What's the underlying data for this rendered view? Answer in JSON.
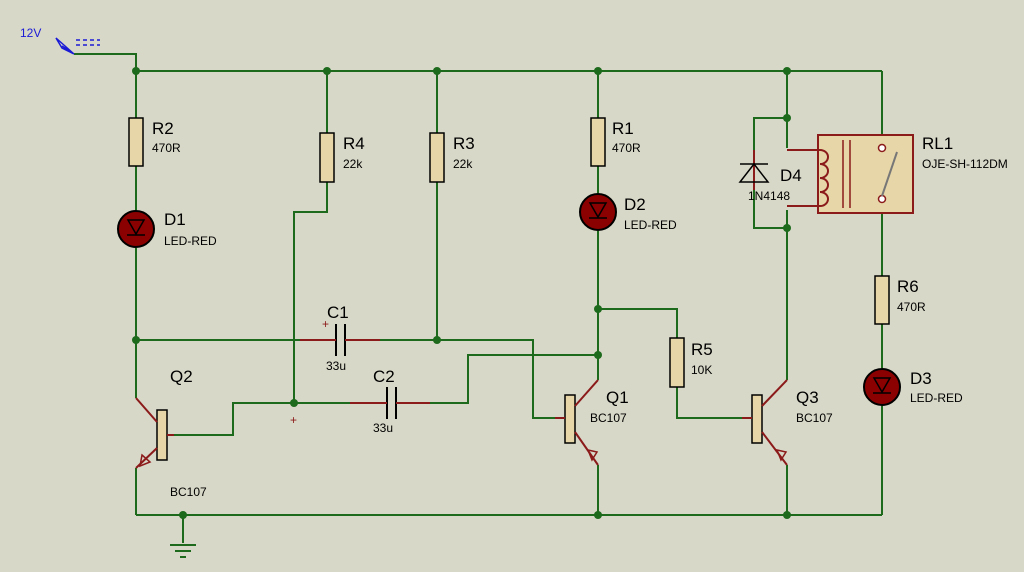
{
  "power": {
    "label": "12V"
  },
  "components": {
    "R2": {
      "ref": "R2",
      "value": "470R"
    },
    "R4": {
      "ref": "R4",
      "value": "22k"
    },
    "R3": {
      "ref": "R3",
      "value": "22k"
    },
    "R1": {
      "ref": "R1",
      "value": "470R"
    },
    "R5": {
      "ref": "R5",
      "value": "10K"
    },
    "R6": {
      "ref": "R6",
      "value": "470R"
    },
    "D1": {
      "ref": "D1",
      "value": "LED-RED"
    },
    "D2": {
      "ref": "D2",
      "value": "LED-RED"
    },
    "D3": {
      "ref": "D3",
      "value": "LED-RED"
    },
    "D4": {
      "ref": "D4",
      "value": "1N4148"
    },
    "C1": {
      "ref": "C1",
      "value": "33u",
      "polarity": "+"
    },
    "C2": {
      "ref": "C2",
      "value": "33u",
      "polarity": "+"
    },
    "Q1": {
      "ref": "Q1",
      "value": "BC107"
    },
    "Q2": {
      "ref": "Q2",
      "value": "BC107"
    },
    "Q3": {
      "ref": "Q3",
      "value": "BC107"
    },
    "RL1": {
      "ref": "RL1",
      "value": "OJE-SH-112DM"
    }
  },
  "colors": {
    "background": "#d8d8c8",
    "wire": "#1d6a1d",
    "component": "#8b1a1a",
    "body_fill": "#e6d6a8",
    "power_label": "#1a1ad6",
    "led_fill": "#8b0000"
  }
}
